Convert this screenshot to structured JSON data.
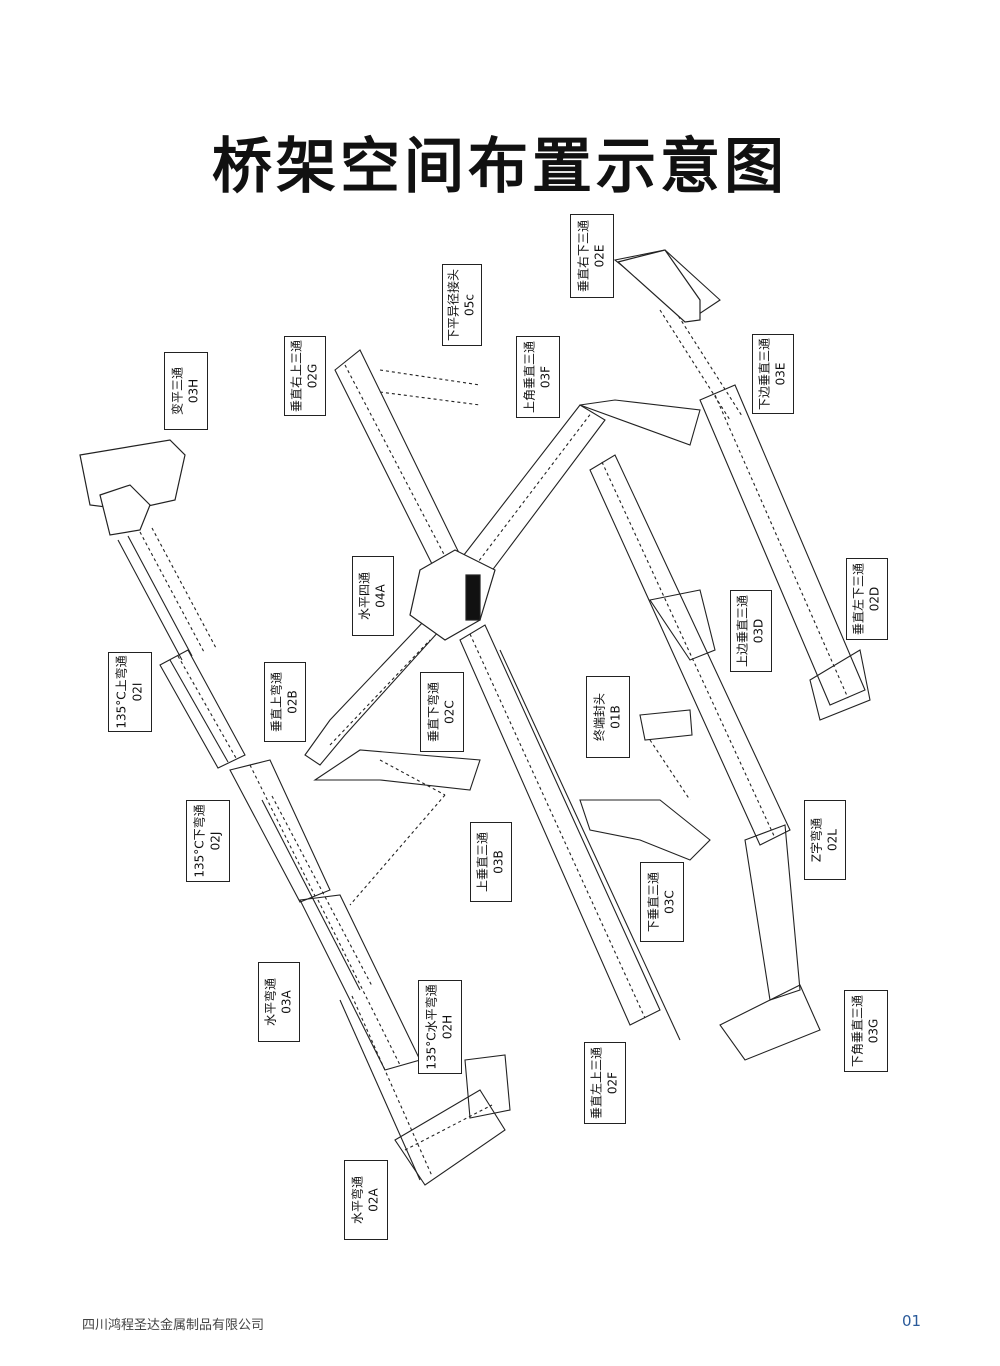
{
  "title": "桥架空间布置示意图",
  "labels": [
    {
      "name": "垂直右下三通",
      "code": "02E"
    },
    {
      "name": "下平异径接头",
      "code": "05c"
    },
    {
      "name": "垂直右上三通",
      "code": "02G"
    },
    {
      "name": "上角垂直三通",
      "code": "03F"
    },
    {
      "name": "下边垂直三通",
      "code": "03E"
    },
    {
      "name": "变平三通",
      "code": "03H"
    },
    {
      "name": "水平四通",
      "code": "04A"
    },
    {
      "name": "垂直左下三通",
      "code": "02D"
    },
    {
      "name": "上边垂直三通",
      "code": "03D"
    },
    {
      "name": "135°C上弯通",
      "code": "02I"
    },
    {
      "name": "垂直上弯通",
      "code": "02B"
    },
    {
      "name": "垂直下弯通",
      "code": "02C"
    },
    {
      "name": "终端封头",
      "code": "01B"
    },
    {
      "name": "135°C下弯通",
      "code": "02J"
    },
    {
      "name": "上垂直三通",
      "code": "03B"
    },
    {
      "name": "Z字弯通",
      "code": "02L"
    },
    {
      "name": "下垂直三通",
      "code": "03C"
    },
    {
      "name": "水平弯通",
      "code": "03A"
    },
    {
      "name": "135°C水平弯通",
      "code": "02H"
    },
    {
      "name": "垂直左上三通",
      "code": "02F"
    },
    {
      "name": "下角垂直三通",
      "code": "03G"
    },
    {
      "name": "水平弯通",
      "code": "02A"
    }
  ],
  "footer": {
    "company": "四川鸿程圣达金属制品有限公司",
    "page_number": "01"
  }
}
